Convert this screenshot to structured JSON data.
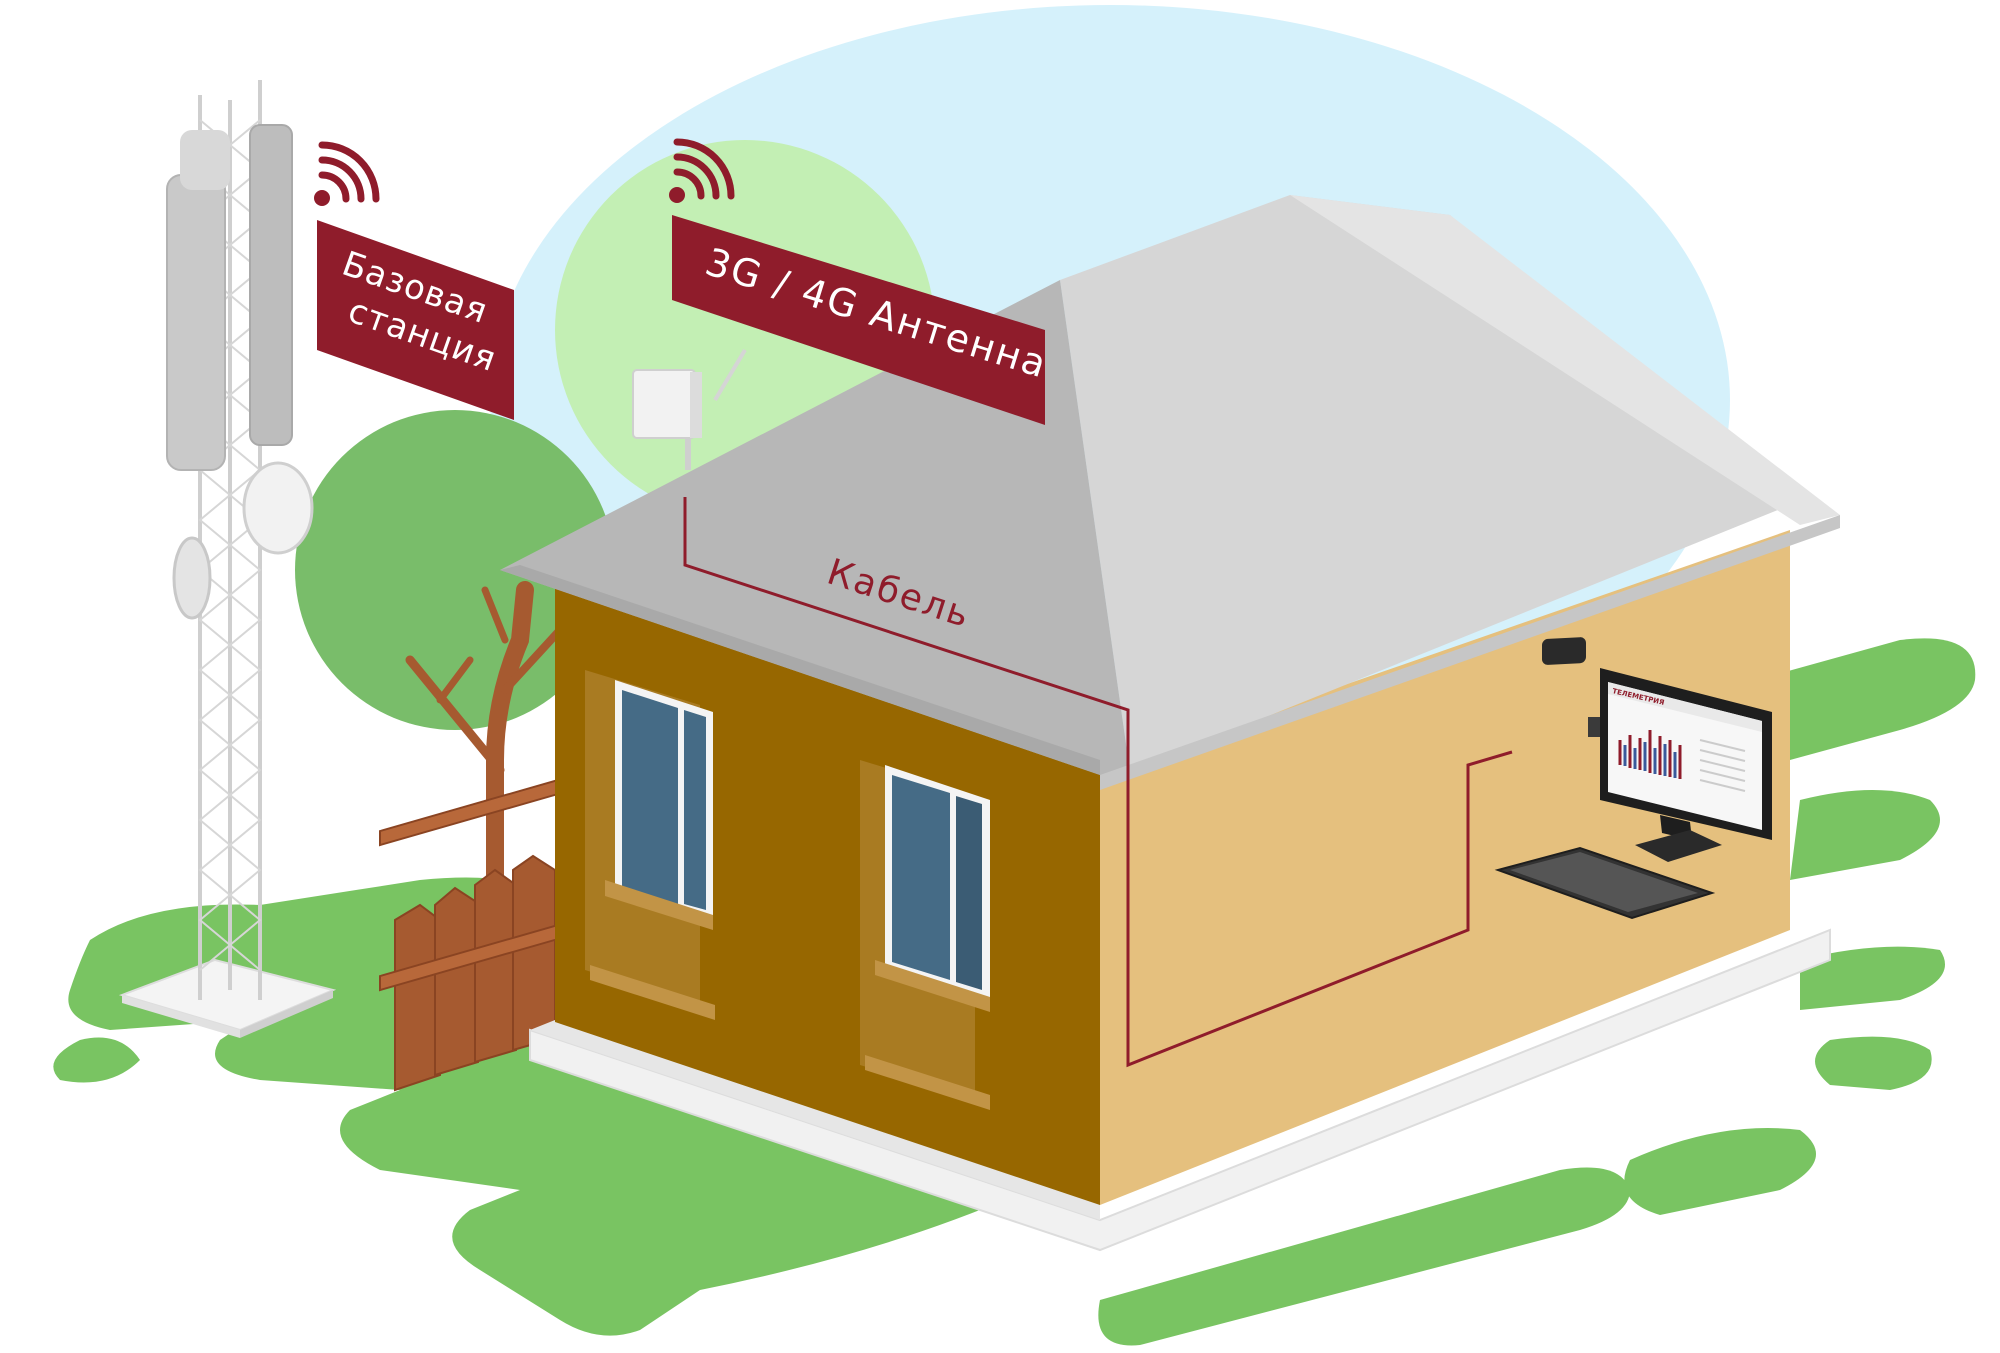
{
  "labels": {
    "base_station": [
      "Базовая",
      "станция"
    ],
    "antenna": "3G / 4G Антенна",
    "cable": "Кабель"
  },
  "monitor_logo": "ТЕЛЕМЕТРИЯ",
  "colors": {
    "accent": "#8f1c2b",
    "grass": "#79c462",
    "sky": "#d5f1fb",
    "wall_front": "#976700",
    "wall_side": "#e5c07e",
    "roof_light": "#dcdcdc",
    "roof_dark": "#b9b9b9",
    "window_glass": "#456b86",
    "fence": "#a65a30"
  },
  "icons": [
    "signal-icon"
  ]
}
